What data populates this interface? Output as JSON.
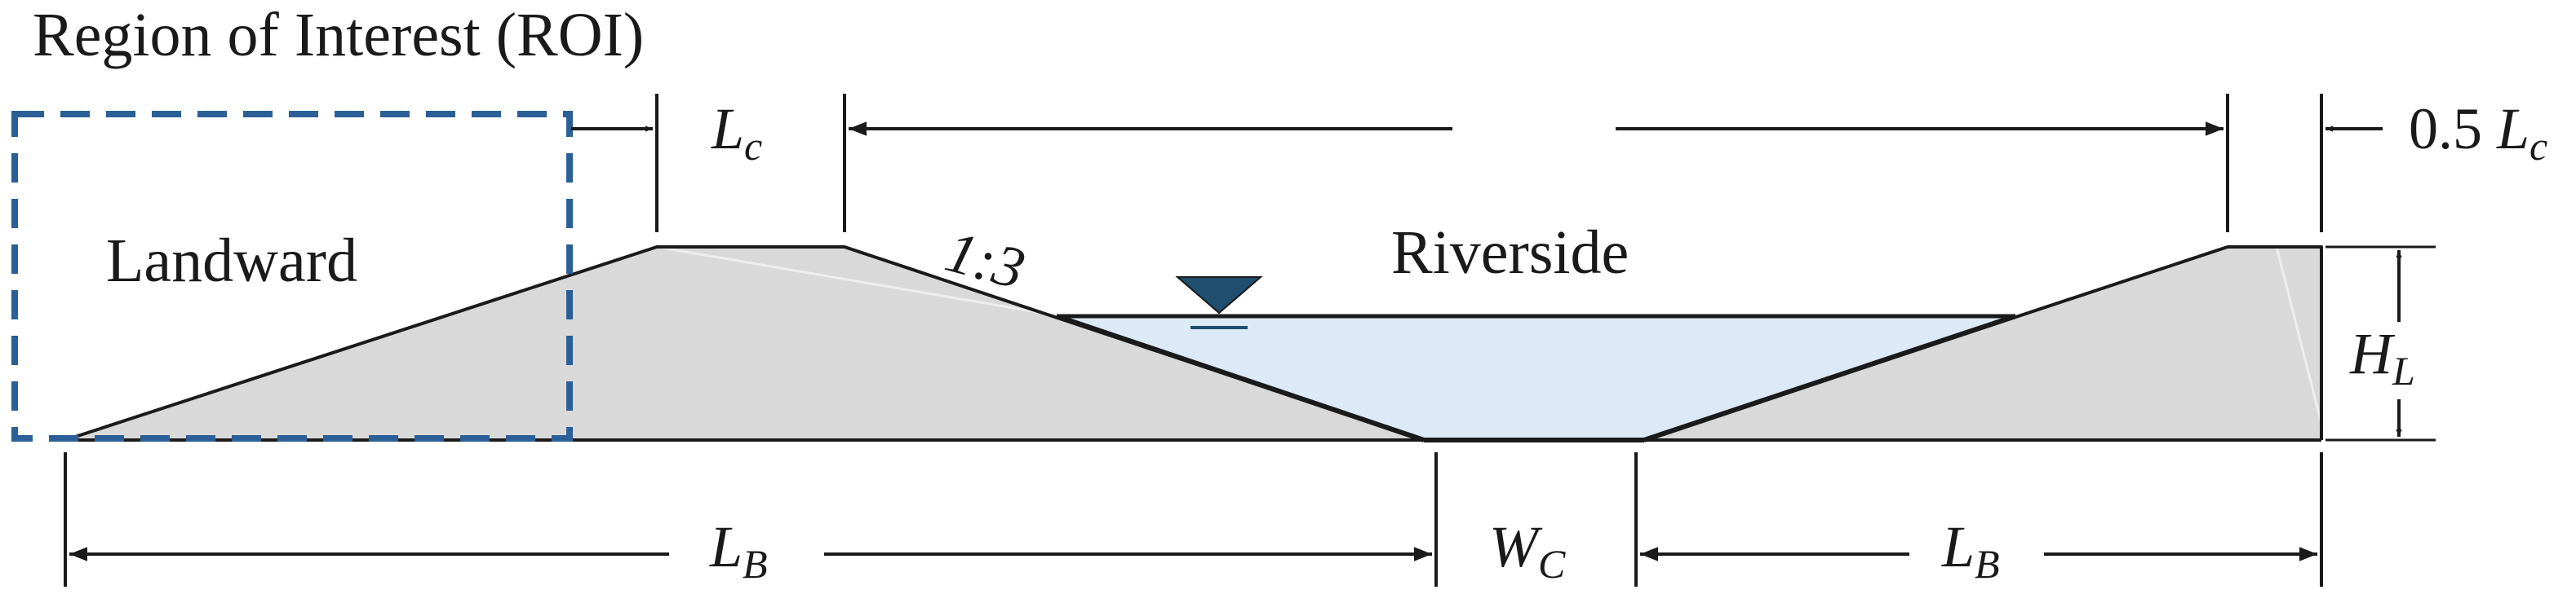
{
  "title": "Region of Interest (ROI)",
  "labels": {
    "landward": "Landward",
    "riverside": "Riverside",
    "slope": "1:3"
  },
  "dimensions": {
    "crest_width": {
      "base": "L",
      "sub": "c"
    },
    "half_crest": {
      "prefix": "0.5 ",
      "base": "L",
      "sub": "c"
    },
    "levee_height": {
      "base": "H",
      "sub": "L"
    },
    "base_left": {
      "base": "L",
      "sub": "B"
    },
    "channel_width": {
      "base": "W",
      "sub": "C"
    },
    "base_right": {
      "base": "L",
      "sub": "B"
    }
  },
  "colors": {
    "levee_fill": "#d9d9d9",
    "water_fill": "#dce9f7",
    "roi_dash": "#2b5f97",
    "water_symbol": "#1f4e6e",
    "line": "#1a1a1a"
  }
}
